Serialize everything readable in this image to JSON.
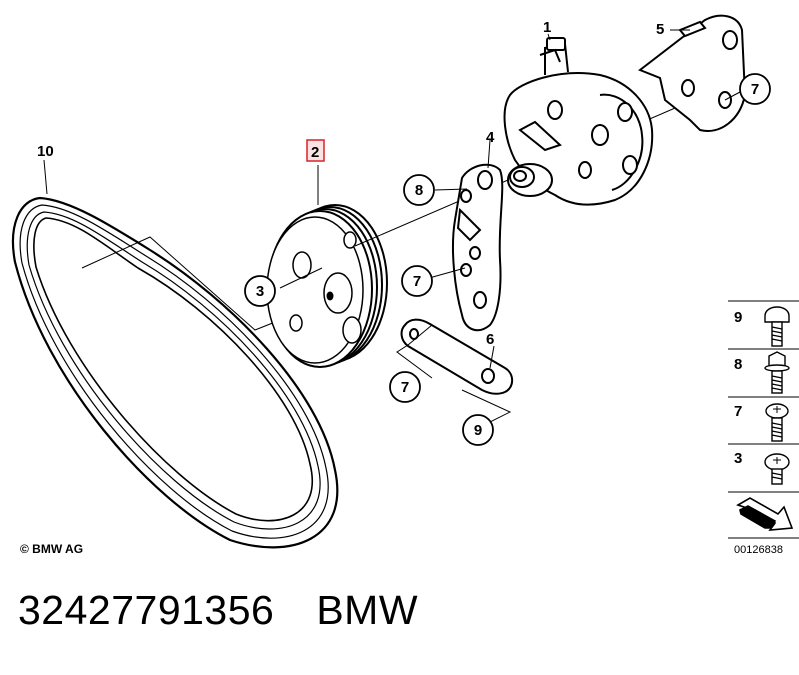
{
  "diagram": {
    "callouts": {
      "c1": "1",
      "c2": "2",
      "c3": "3",
      "c4": "4",
      "c5": "5",
      "c6": "6",
      "c7a": "7",
      "c7b": "7",
      "c7c": "7",
      "c8": "8",
      "c9": "9",
      "c10": "10"
    },
    "legend": {
      "items": [
        {
          "label": "9",
          "icon": "hex-bolt-round-head-icon"
        },
        {
          "label": "8",
          "icon": "hex-bolt-flange-icon"
        },
        {
          "label": "7",
          "icon": "torx-flange-bolt-icon"
        },
        {
          "label": "3",
          "icon": "torx-screw-icon"
        }
      ],
      "reference_code": "00126838"
    },
    "copyright": "© BMW AG",
    "highlight_color": "#d8232a"
  },
  "footer": {
    "part_number": "32427791356",
    "brand": "BMW"
  }
}
